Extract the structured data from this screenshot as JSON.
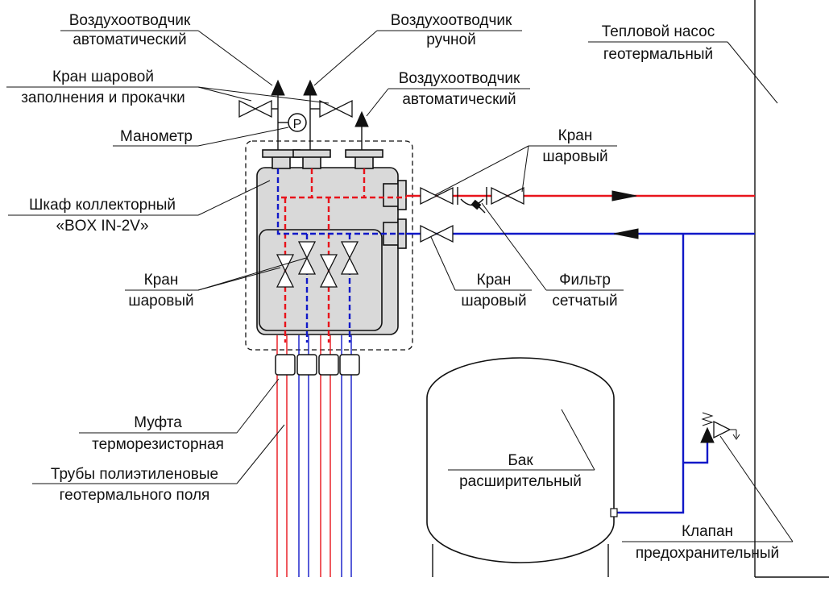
{
  "labels": {
    "air_vent_auto_1": [
      "Воздухоотводчик",
      "автоматический"
    ],
    "air_vent_manual": [
      "Воздухоотводчик",
      "ручной"
    ],
    "air_vent_auto_2": [
      "Воздухоотводчик",
      "автоматический"
    ],
    "ball_valve_fill": [
      "Кран шаровой",
      "заполнения и прокачки"
    ],
    "manometer": "Манометр",
    "cabinet": [
      "Шкаф коллекторный",
      "«BOX IN-2V»"
    ],
    "ball_valve_left": [
      "Кран",
      "шаровый"
    ],
    "ball_valve_top_right": [
      "Кран",
      "шаровый"
    ],
    "ball_valve_mid": [
      "Кран",
      "шаровый"
    ],
    "filter": [
      "Фильтр",
      "сетчатый"
    ],
    "heat_pump": [
      "Тепловой насос",
      "геотермальный"
    ],
    "coupling": [
      "Муфта",
      "терморезисторная"
    ],
    "pipes": [
      "Трубы полиэтиленовые",
      "геотермального поля"
    ],
    "tank": [
      "Бак",
      "расширительный"
    ],
    "safety_valve": [
      "Клапан",
      "предохранительный"
    ],
    "manometer_symbol": "P"
  },
  "colors": {
    "supply": "#e8131b",
    "return": "#1018c8",
    "cabinet_fill": "#d9d9d9"
  }
}
